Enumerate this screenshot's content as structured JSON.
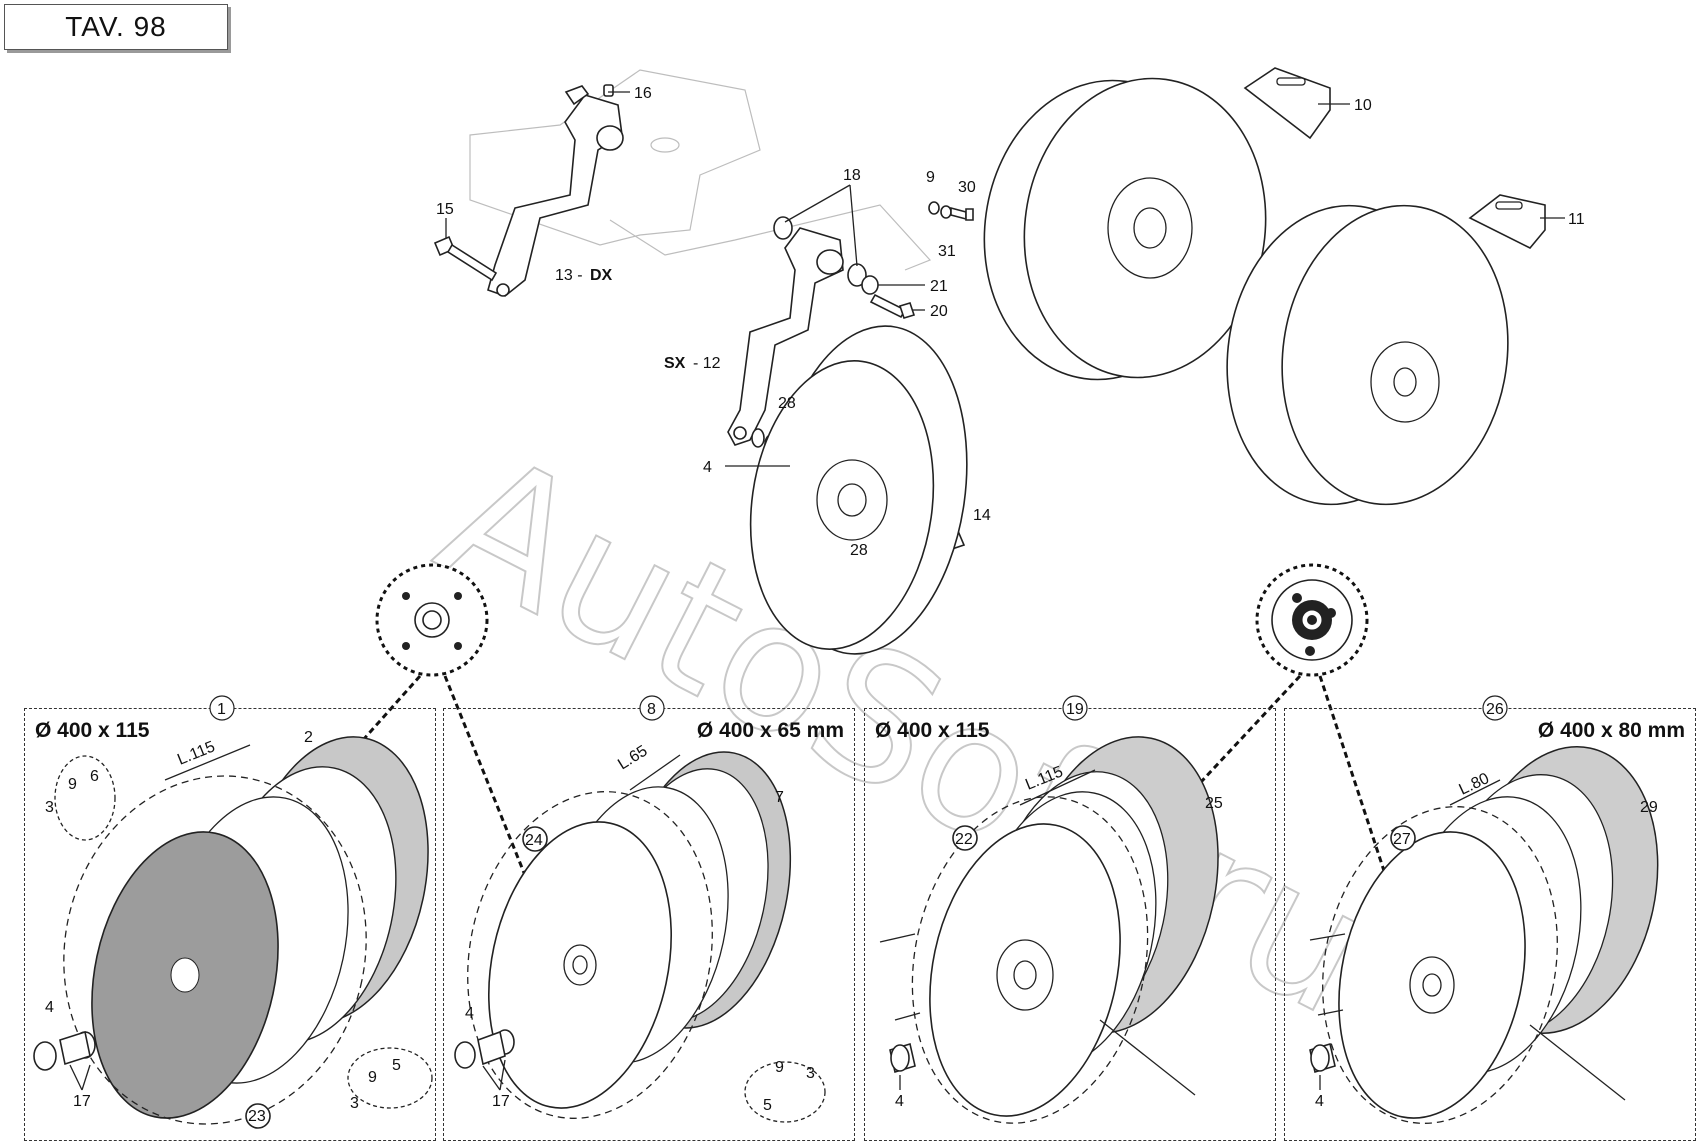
{
  "title": "TAV. 98",
  "watermark": "AutoSoft.ru",
  "colors": {
    "line": "#222222",
    "tyre_grey": "#c8c8c8",
    "watermark": "#9c9c9c"
  },
  "panels": [
    {
      "number": "1",
      "dimension": "Ø 400 x 115",
      "width_label": "L.115"
    },
    {
      "number": "8",
      "dimension": "Ø 400 x 65 mm",
      "width_label": "L.65"
    },
    {
      "number": "19",
      "dimension": "Ø 400 x 115",
      "width_label": "L.115"
    },
    {
      "number": "26",
      "dimension": "Ø 400 x 80 mm",
      "width_label": "L.80"
    }
  ],
  "callouts": {
    "c16": "16",
    "c15": "15",
    "c13": "13 -",
    "c13side": "DX",
    "c18": "18",
    "c9": "9",
    "c30": "30",
    "c31": "31",
    "c21": "21",
    "c20": "20",
    "c12side": "SX",
    "c12": "- 12",
    "c28a": "28",
    "c4": "4",
    "c14": "14",
    "c28b": "28",
    "c10": "10",
    "c11": "11",
    "p1_2": "2",
    "p1_9": "9",
    "p1_6": "6",
    "p1_3": "3",
    "p1_4": "4",
    "p1_17": "17",
    "p1_5": "5",
    "p1_9b": "9",
    "p1_3b": "3",
    "p1_23": "23",
    "p2_7": "7",
    "p2_24": "24",
    "p2_4": "4",
    "p2_17": "17",
    "p2_9": "9",
    "p2_3": "3",
    "p2_5": "5",
    "p3_25": "25",
    "p3_22": "22",
    "p3_4": "4",
    "p4_29": "29",
    "p4_27": "27",
    "p4_4": "4"
  }
}
